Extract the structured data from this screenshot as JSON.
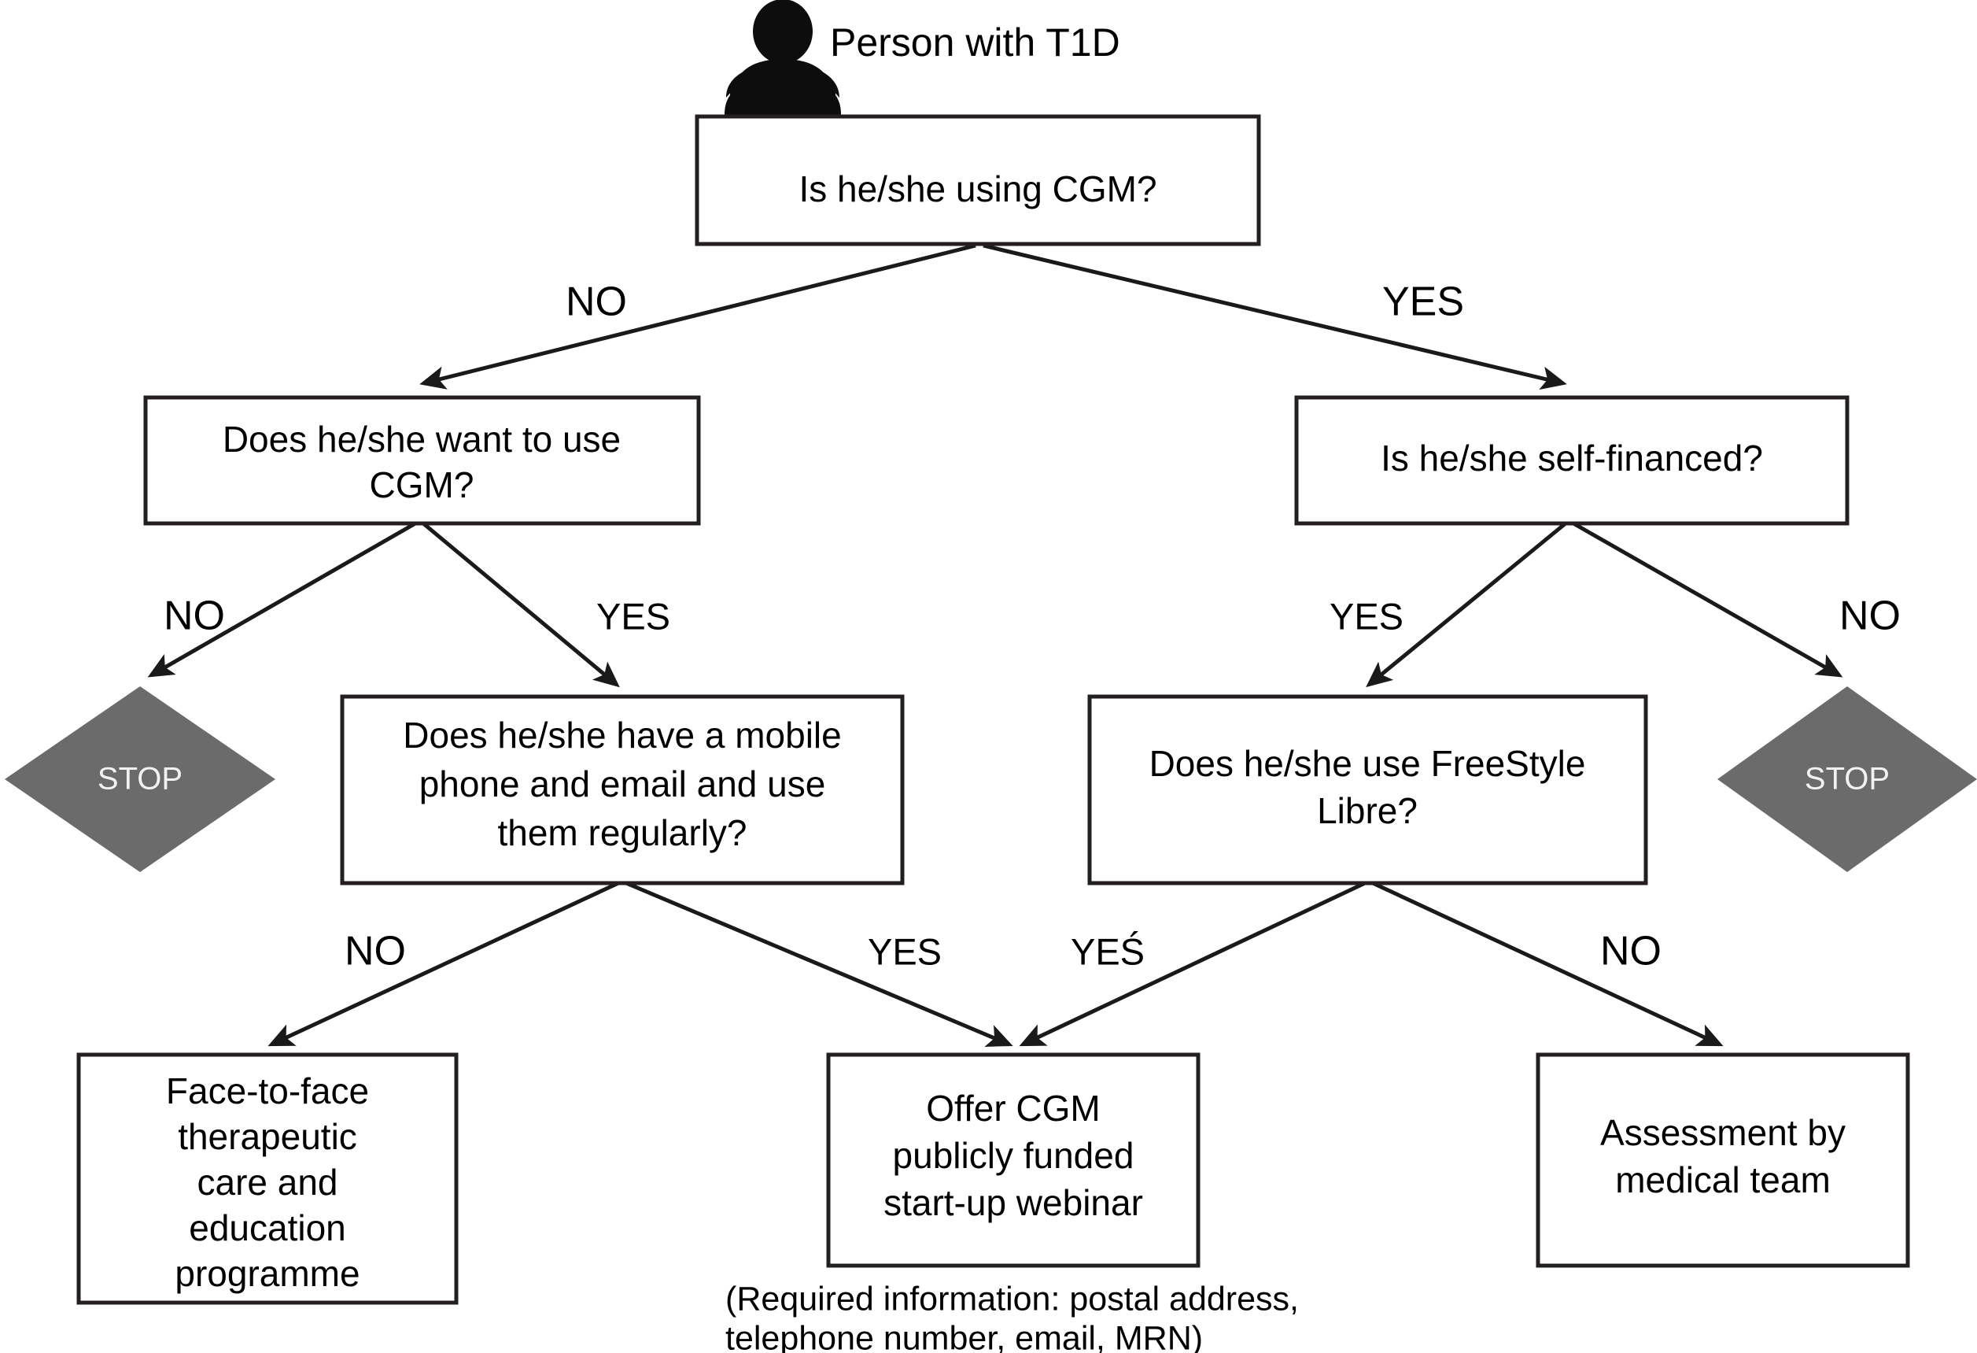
{
  "diagram": {
    "title_actor": "Person with T1D",
    "actor_icon": "person-icon",
    "colors": {
      "box_stroke": "#231f20",
      "box_fill": "#ffffff",
      "diamond_fill": "#6b6b6b",
      "diamond_text": "#f2f2f2",
      "line": "#1a1a1a",
      "text": "#000000",
      "background": "#ffffff"
    },
    "nodes": {
      "root_question": "Is he/she using CGM?",
      "left_question": {
        "line1": "Does he/she want to use",
        "line2": "CGM?"
      },
      "right_question": "Is he/she self-financed?",
      "stop_left": "STOP",
      "stop_right": "STOP",
      "mobile_question": {
        "line1": "Does he/she have a mobile",
        "line2": "phone and email and use",
        "line3": "them regularly?"
      },
      "libre_question": {
        "line1": "Does he/she use FreeStyle",
        "line2": "Libre?"
      },
      "face_to_face": {
        "line1": "Face-to-face",
        "line2": "therapeutic",
        "line3": "care and",
        "line4": "education",
        "line5": "programme"
      },
      "offer_cgm": {
        "line1": "Offer CGM",
        "line2": "publicly funded",
        "line3": "start-up webinar"
      },
      "assessment": {
        "line1": "Assessment by",
        "line2": "medical team"
      }
    },
    "edge_labels": {
      "root_no": "NO",
      "root_yes": "YES",
      "left_no": "NO",
      "left_yes": "YES",
      "right_yes": "YES",
      "right_no": "NO",
      "mobile_no": "NO",
      "mobile_yes": "YES",
      "libre_yes": "YEŚ",
      "libre_no": "NO"
    },
    "note": {
      "line1": "(Required information: postal address,",
      "line2": "telephone number, email, MRN)"
    }
  }
}
